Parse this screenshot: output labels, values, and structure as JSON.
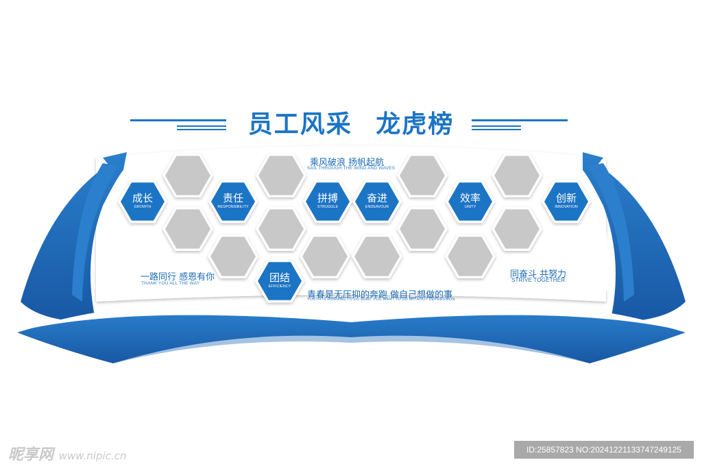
{
  "title": {
    "part1": "员工风采",
    "part2": "龙虎榜"
  },
  "slogans": {
    "top": {
      "cn": "乘风破浪  扬帆起航",
      "en": "SAIL THROUGH THE WIND AND WAVES"
    },
    "left": {
      "cn": "一路同行  感恩有你",
      "en": "THANK YOU ALL THE WAY"
    },
    "right": {
      "cn": "同奋斗  共努力",
      "en": "STRIVE TOGETHER"
    },
    "bottom": {
      "cn": "青春是无压抑的奔跑  做自己想做的事",
      "en": "YOUTH IS RUNNING TO DO WHAT YOU WANT TO DO WITHOUT DEPRESSION"
    }
  },
  "values": [
    {
      "cn": "成长",
      "en": "GROWTH"
    },
    {
      "cn": "责任",
      "en": "RESPONSIBILITY"
    },
    {
      "cn": "拼搏",
      "en": "STRUGGLE"
    },
    {
      "cn": "奋进",
      "en": "ENDEAVOUR"
    },
    {
      "cn": "效率",
      "en": "UNITY"
    },
    {
      "cn": "创新",
      "en": "INNOVATION"
    },
    {
      "cn": "团结",
      "en": "EFFICIENCY"
    }
  ],
  "photo_slots": 14,
  "watermark": {
    "left_brand": "昵享网",
    "left_url": "www.nipic.cn",
    "right_id": "ID:25857823 NO:20241221133747249125"
  },
  "colors": {
    "primary_blue": "#1c74c4",
    "dark_blue": "#1a5fad",
    "hex_gray": "#c8c8c8"
  }
}
